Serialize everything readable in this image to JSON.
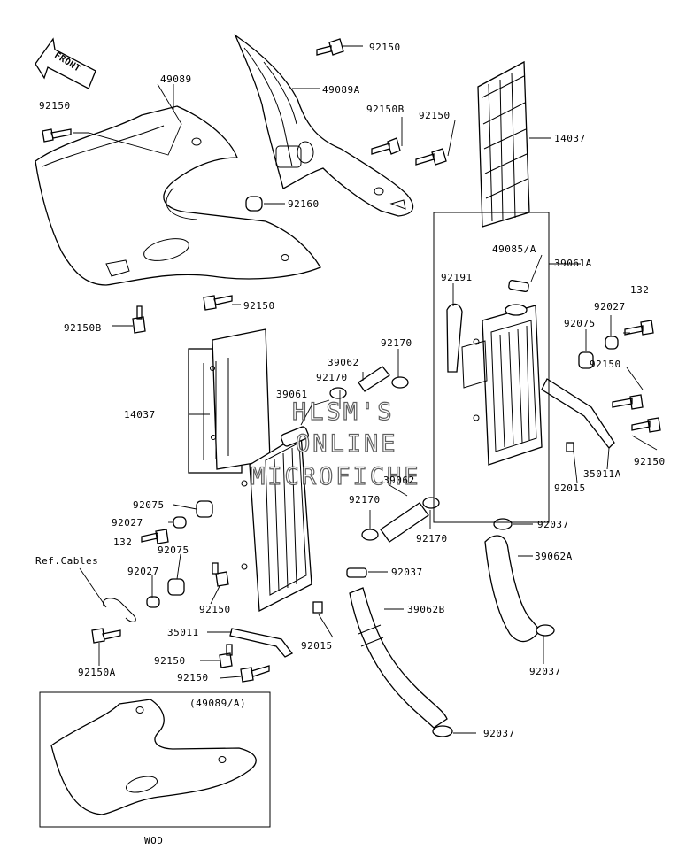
{
  "front_arrow": {
    "text": "FRONT"
  },
  "labels": {
    "p49089": "49089",
    "p92150_tl": "92150",
    "p92150b_left": "92150B",
    "p92150_top": "92150",
    "p49089a": "49089A",
    "p92150b_mid": "92150B",
    "p92150_mid": "92150",
    "p14037_right": "14037",
    "p92160": "92160",
    "p92150_low": "92150",
    "p49085a": "49085/A",
    "p39061a": "39061A",
    "p92191": "92191",
    "p132_right": "132",
    "p92027_right": "92027",
    "p92075_right": "92075",
    "p92170_a": "92170",
    "p39062_a": "39062",
    "p92170_b": "92170",
    "p39061": "39061",
    "p14037_left": "14037",
    "p92150_r1": "92150",
    "p92150_r2": "92150",
    "p35011a": "35011A",
    "p92015_right": "92015",
    "p39062_b": "39062",
    "p92075_l1": "92075",
    "p92027_l1": "92027",
    "p132_left": "132",
    "p92075_l2": "92075",
    "p92170_c": "92170",
    "p92170_d": "92170",
    "p92037_a": "92037",
    "p39062a": "39062A",
    "p92027_l2": "92027",
    "p92037_b": "92037",
    "ref_cables": "Ref.Cables",
    "p39062b": "39062B",
    "p92150_l3": "92150",
    "p35011": "35011",
    "p92015_left": "92015",
    "p92150a": "92150A",
    "p92150_l4": "92150",
    "p92150_l5": "92150",
    "p92037_c": "92037",
    "p92037_d": "92037"
  },
  "inset": {
    "ref": "(49089/A)",
    "caption": "WOD"
  },
  "watermark": {
    "line1": "HLSM'S",
    "line2": "ONLINE",
    "line3": "MICROFICHE"
  }
}
